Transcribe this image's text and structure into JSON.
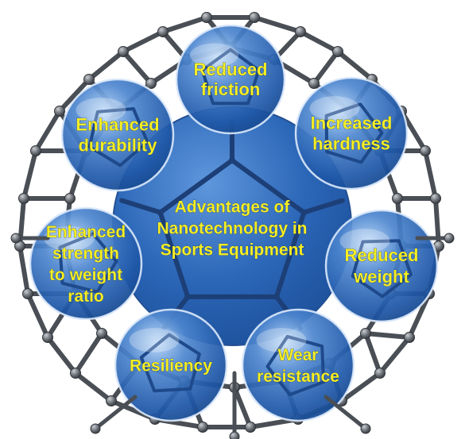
{
  "colors": {
    "bubble": "#2a63b4",
    "bubble_light": "#9ec4f2",
    "frame": "#4a4f56",
    "node": "#6b7077",
    "text": "#f6ee24"
  },
  "center": {
    "lines": [
      "Advantages of",
      "Nanotechnology in",
      "Sports Equipment"
    ]
  },
  "bubbles": [
    {
      "id": "reduced-friction",
      "lines": [
        "Reduced",
        "friction"
      ]
    },
    {
      "id": "increased-hardness",
      "lines": [
        "Increased",
        "hardness"
      ]
    },
    {
      "id": "reduced-weight",
      "lines": [
        "Reduced",
        "weight"
      ]
    },
    {
      "id": "wear-resistance",
      "lines": [
        "Wear",
        "resistance"
      ]
    },
    {
      "id": "resiliency",
      "lines": [
        "Resiliency"
      ]
    },
    {
      "id": "enhanced-strength",
      "lines": [
        "Enhanced",
        "strength",
        "to weight",
        "ratio"
      ]
    },
    {
      "id": "enhanced-durability",
      "lines": [
        "Enhanced",
        "durability"
      ]
    }
  ]
}
